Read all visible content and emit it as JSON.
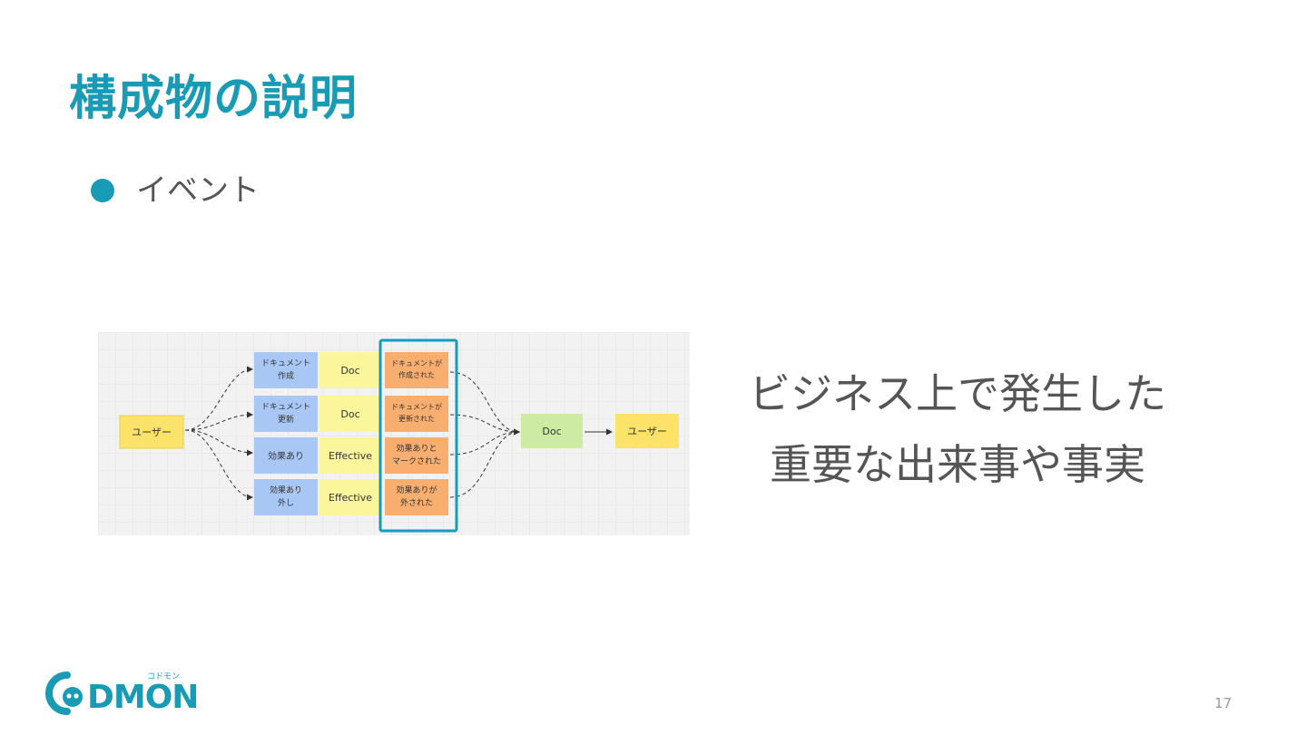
{
  "slide": {
    "title": "構成物の説明",
    "bullet": "イベント",
    "description_lines": [
      "ビジネス上で発生した",
      "重要な出来事や事実"
    ],
    "page_number": "17"
  },
  "diagram": {
    "user_left": "ユーザー",
    "commands": [
      [
        "ドキュメント",
        "作成"
      ],
      [
        "ドキュメント",
        "更新"
      ],
      [
        "効果あり"
      ],
      [
        "効果あり",
        "外し"
      ]
    ],
    "aggregates": [
      "Doc",
      "Doc",
      "Effective",
      "Effective"
    ],
    "events": [
      [
        "ドキュメントが",
        "作成された"
      ],
      [
        "ドキュメントが",
        "更新された"
      ],
      [
        "効果ありと",
        "マークされた"
      ],
      [
        "効果ありが",
        "外された"
      ]
    ],
    "read_model": "Doc",
    "user_right": "ユーザー"
  },
  "logo": {
    "text": "CoDMON",
    "kana": "コドモン"
  },
  "colors": {
    "accent": "#1a9bb5",
    "command": "#a9c7f5",
    "aggregate": "#fbf59c",
    "event": "#f7ae6e",
    "actor": "#fbe36a",
    "read_model": "#cdeca2",
    "grid_bg": "#f2f2f2"
  }
}
